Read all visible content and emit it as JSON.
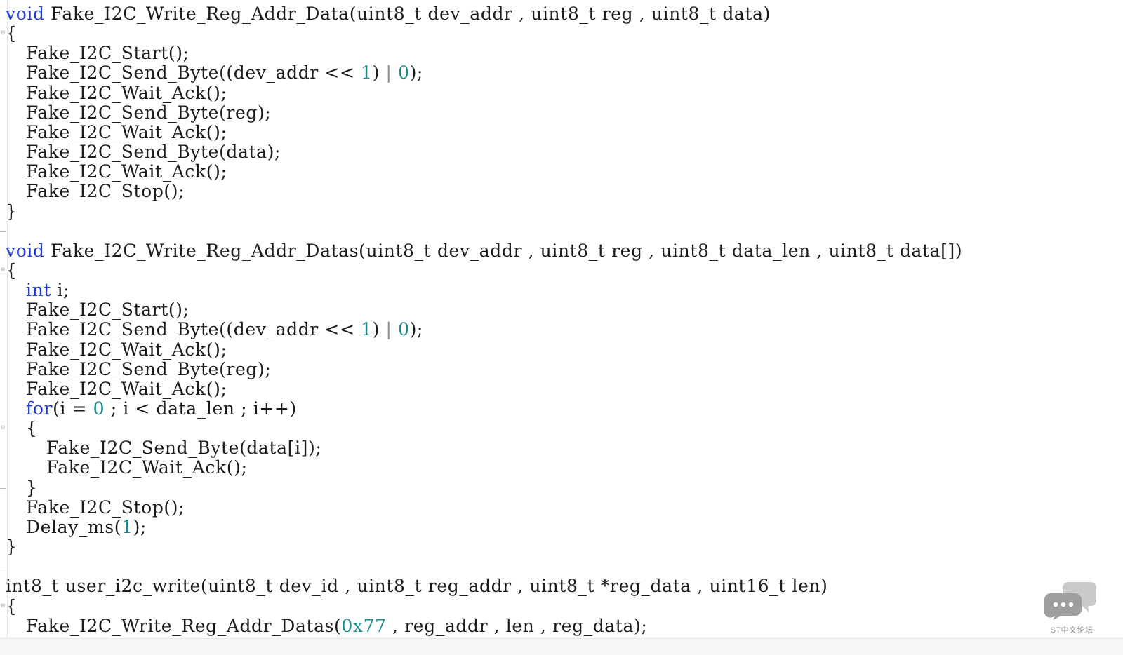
{
  "editor": {
    "lines": [
      {
        "indent": 0,
        "fold": "",
        "tokens": [
          {
            "text": "void",
            "cls": "kw"
          },
          {
            "text": " Fake_I2C_Write_Reg_Addr_Data(uint8_t dev_addr , uint8_t reg , uint8_t data)",
            "cls": ""
          }
        ]
      },
      {
        "indent": 0,
        "fold": "⊟",
        "tokens": [
          {
            "text": "{",
            "cls": ""
          }
        ]
      },
      {
        "indent": 1,
        "fold": "",
        "tokens": [
          {
            "text": "Fake_I2C_Start();",
            "cls": ""
          }
        ]
      },
      {
        "indent": 1,
        "fold": "",
        "tokens": [
          {
            "text": "Fake_I2C_Send_Byte((dev_addr << ",
            "cls": ""
          },
          {
            "text": "1",
            "cls": "num"
          },
          {
            "text": ") ",
            "cls": ""
          },
          {
            "text": "|",
            "cls": "pipe"
          },
          {
            "text": " ",
            "cls": ""
          },
          {
            "text": "0",
            "cls": "num"
          },
          {
            "text": ");",
            "cls": ""
          }
        ]
      },
      {
        "indent": 1,
        "fold": "",
        "tokens": [
          {
            "text": "Fake_I2C_Wait_Ack();",
            "cls": ""
          }
        ]
      },
      {
        "indent": 1,
        "fold": "",
        "tokens": [
          {
            "text": "Fake_I2C_Send_Byte(reg);",
            "cls": ""
          }
        ]
      },
      {
        "indent": 1,
        "fold": "",
        "tokens": [
          {
            "text": "Fake_I2C_Wait_Ack();",
            "cls": ""
          }
        ]
      },
      {
        "indent": 1,
        "fold": "",
        "tokens": [
          {
            "text": "Fake_I2C_Send_Byte(data);",
            "cls": ""
          }
        ]
      },
      {
        "indent": 1,
        "fold": "",
        "tokens": [
          {
            "text": "Fake_I2C_Wait_Ack();",
            "cls": ""
          }
        ]
      },
      {
        "indent": 1,
        "fold": "",
        "tokens": [
          {
            "text": "Fake_I2C_Stop();",
            "cls": ""
          }
        ]
      },
      {
        "indent": 0,
        "fold": "",
        "tokens": [
          {
            "text": "}",
            "cls": ""
          }
        ]
      },
      {
        "indent": 0,
        "fold": "-",
        "tokens": []
      },
      {
        "indent": 0,
        "fold": "",
        "tokens": [
          {
            "text": "void",
            "cls": "kw"
          },
          {
            "text": " Fake_I2C_Write_Reg_Addr_Datas(uint8_t dev_addr , uint8_t reg , uint8_t data_len , uint8_t data[])",
            "cls": ""
          }
        ]
      },
      {
        "indent": 0,
        "fold": "⊟",
        "tokens": [
          {
            "text": "{",
            "cls": ""
          }
        ]
      },
      {
        "indent": 1,
        "fold": "",
        "tokens": [
          {
            "text": "int",
            "cls": "kw"
          },
          {
            "text": " i;",
            "cls": ""
          }
        ]
      },
      {
        "indent": 1,
        "fold": "",
        "tokens": [
          {
            "text": "Fake_I2C_Start();",
            "cls": ""
          }
        ]
      },
      {
        "indent": 1,
        "fold": "",
        "tokens": [
          {
            "text": "Fake_I2C_Send_Byte((dev_addr << ",
            "cls": ""
          },
          {
            "text": "1",
            "cls": "num"
          },
          {
            "text": ") ",
            "cls": ""
          },
          {
            "text": "|",
            "cls": "pipe"
          },
          {
            "text": " ",
            "cls": ""
          },
          {
            "text": "0",
            "cls": "num"
          },
          {
            "text": ");",
            "cls": ""
          }
        ]
      },
      {
        "indent": 1,
        "fold": "",
        "tokens": [
          {
            "text": "Fake_I2C_Wait_Ack();",
            "cls": ""
          }
        ]
      },
      {
        "indent": 1,
        "fold": "",
        "tokens": [
          {
            "text": "Fake_I2C_Send_Byte(reg);",
            "cls": ""
          }
        ]
      },
      {
        "indent": 1,
        "fold": "",
        "tokens": [
          {
            "text": "Fake_I2C_Wait_Ack();",
            "cls": ""
          }
        ]
      },
      {
        "indent": 1,
        "fold": "",
        "tokens": [
          {
            "text": "for",
            "cls": "kw"
          },
          {
            "text": "(i = ",
            "cls": ""
          },
          {
            "text": "0",
            "cls": "num"
          },
          {
            "text": " ; i < data_len ; i++)",
            "cls": ""
          }
        ]
      },
      {
        "indent": 1,
        "fold": "⊟",
        "tokens": [
          {
            "text": "{",
            "cls": ""
          }
        ]
      },
      {
        "indent": 2,
        "fold": "",
        "tokens": [
          {
            "text": "Fake_I2C_Send_Byte(data[i]);",
            "cls": ""
          }
        ]
      },
      {
        "indent": 2,
        "fold": "",
        "tokens": [
          {
            "text": "Fake_I2C_Wait_Ack();",
            "cls": ""
          }
        ]
      },
      {
        "indent": 1,
        "fold": "-",
        "tokens": [
          {
            "text": "}",
            "cls": ""
          }
        ]
      },
      {
        "indent": 1,
        "fold": "",
        "tokens": [
          {
            "text": "Fake_I2C_Stop();",
            "cls": ""
          }
        ]
      },
      {
        "indent": 1,
        "fold": "",
        "tokens": [
          {
            "text": "Delay_ms(",
            "cls": ""
          },
          {
            "text": "1",
            "cls": "num"
          },
          {
            "text": ");",
            "cls": ""
          }
        ]
      },
      {
        "indent": 0,
        "fold": "",
        "tokens": [
          {
            "text": "}",
            "cls": ""
          }
        ]
      },
      {
        "indent": 0,
        "fold": "-",
        "tokens": []
      },
      {
        "indent": 0,
        "fold": "",
        "tokens": [
          {
            "text": "int8_t user_i2c_write(uint8_t dev_id , uint8_t reg_addr , uint8_t *reg_data , uint16_t len)",
            "cls": ""
          }
        ]
      },
      {
        "indent": 0,
        "fold": "⊟",
        "tokens": [
          {
            "text": "{",
            "cls": ""
          }
        ]
      },
      {
        "indent": 1,
        "fold": "",
        "tokens": [
          {
            "text": "Fake_I2C_Write_Reg_Addr_Datas(",
            "cls": ""
          },
          {
            "text": "0x77",
            "cls": "num"
          },
          {
            "text": " , reg_addr , len , reg_data);",
            "cls": ""
          }
        ]
      }
    ]
  },
  "watermark": {
    "icon": "chat-bubbles-icon",
    "text": "ST中文论坛"
  }
}
